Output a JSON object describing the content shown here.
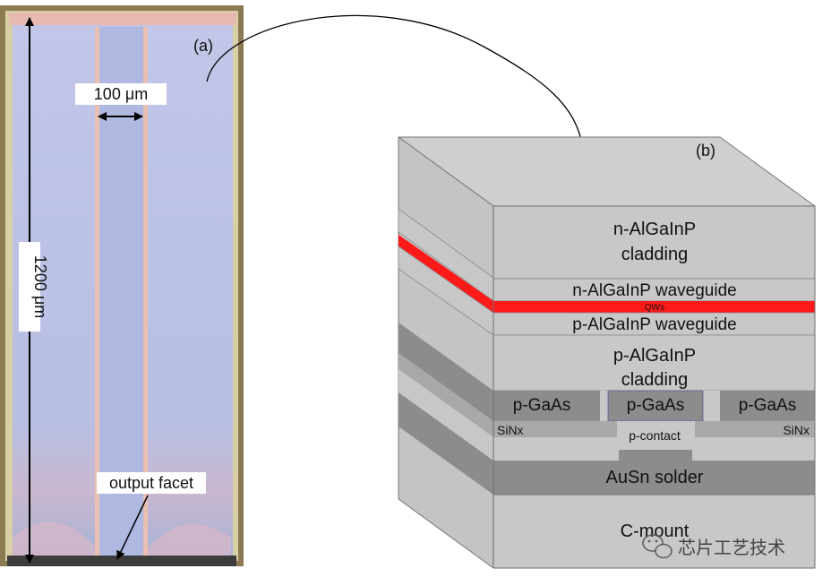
{
  "panel_a": {
    "label": "(a)",
    "width_label": "100 μm",
    "length_label": "1200 μm",
    "facet_label": "output facet"
  },
  "panel_b": {
    "label": "(b)",
    "layers": {
      "n_cladding_line1": "n-AlGaInP",
      "n_cladding_line2": "cladding",
      "n_waveguide": "n-AlGaInP waveguide",
      "qws": "QWs",
      "p_waveguide": "p-AlGaInP waveguide",
      "p_cladding_line1": "p-AlGaInP",
      "p_cladding_line2": "cladding",
      "p_gaas_left": "p-GaAs",
      "p_gaas_center": "p-GaAs",
      "p_gaas_right": "p-GaAs",
      "sinx_left": "SiNx",
      "sinx_right": "SiNx",
      "p_contact": "p-contact",
      "ausn": "AuSn solder",
      "cmount": "C-mount"
    }
  },
  "watermark": "芯片工艺技术",
  "colors": {
    "chip_blue": "#b9c1e6",
    "frame_brown": "#8c7a52",
    "block_gray": "#c8c8c8",
    "dark_gray": "#8c8c8c",
    "qw_red": "#ff1a1a"
  }
}
